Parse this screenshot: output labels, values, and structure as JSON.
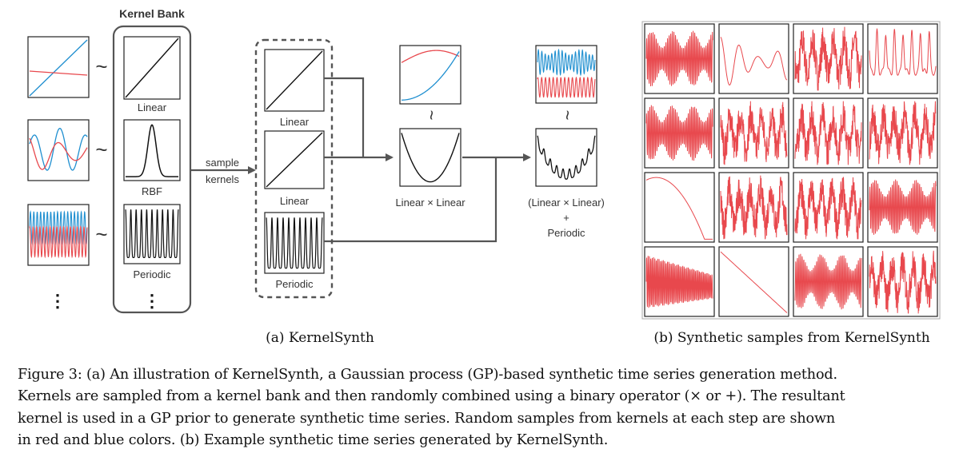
{
  "panel_a": {
    "title": "Kernel Bank",
    "bank_labels": [
      "Linear",
      "RBF",
      "Periodic"
    ],
    "tilde": "~",
    "vdots": "⋮",
    "arrow_label": [
      "sample",
      "kernels"
    ],
    "sampled_labels": [
      "Linear",
      "Linear",
      "Periodic"
    ],
    "product_label": "Linear × Linear",
    "final_label": [
      "(Linear × Linear)",
      "+",
      "Periodic"
    ],
    "rotated_tilde": "~",
    "caption": "(a) KernelSynth"
  },
  "panel_b": {
    "caption": "(b) Synthetic samples from KernelSynth"
  },
  "colors": {
    "red": "#e8484d",
    "blue": "#1f8fd0",
    "dark": "#222222",
    "gray": "#555555"
  },
  "caption_lines": [
    "Figure 3: (a) An illustration of KernelSynth, a Gaussian process (GP)-based synthetic time series generation method.",
    "Kernels are sampled from a kernel bank and then randomly combined using a binary operator (× or +). The resultant",
    "kernel is used in a GP prior to generate synthetic time series. Random samples from kernels at each step are shown",
    "in red and blue colors. (b) Example synthetic time series generated by KernelSynth."
  ]
}
